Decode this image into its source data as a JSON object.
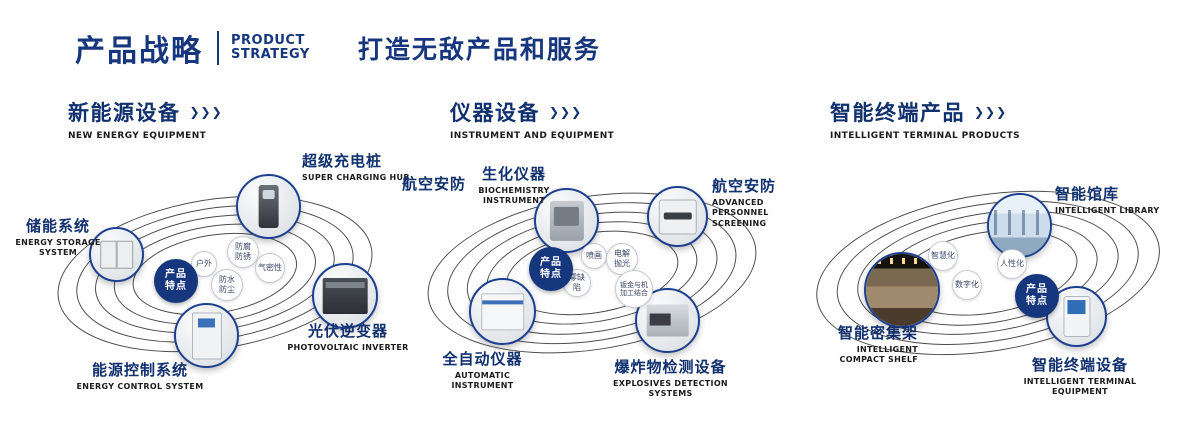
{
  "accent_color": "#16377e",
  "header": {
    "title": "产品战略",
    "title_en_line1": "PRODUCT",
    "title_en_line2": "STRATEGY",
    "slogan": "打造无敌产品和服务"
  },
  "sections": [
    {
      "title": "新能源设备",
      "title_en": "NEW ENERGY EQUIPMENT",
      "arrows": "❯❯❯",
      "badge": "产品特点",
      "products": [
        {
          "name": "储能系统",
          "name_en": "ENERGY STORAGE SYSTEM"
        },
        {
          "name": "超级充电桩",
          "name_en": "SUPER CHARGING HUB"
        },
        {
          "name": "光伏逆变器",
          "name_en": "PHOTOVOLTAIC INVERTER"
        },
        {
          "name": "能源控制系统",
          "name_en": "ENERGY CONTROL SYSTEM"
        }
      ],
      "features": [
        "户外",
        "防腐防锈",
        "气密性",
        "防水防尘"
      ]
    },
    {
      "title": "仪器设备",
      "title_en": "INSTRUMENT AND EQUIPMENT",
      "arrows": "❯❯❯",
      "badge": "产品特点",
      "extra_label": "航空安防",
      "products": [
        {
          "name": "生化仪器",
          "name_en": "BIOCHEMISTRY INSTRUMENT"
        },
        {
          "name": "航空安防",
          "name_en": "ADVANCED PERSONNEL SCREENING"
        },
        {
          "name": "全自动仪器",
          "name_en": "AUTOMATIC INSTRUMENT"
        },
        {
          "name": "爆炸物检测设备",
          "name_en": "EXPLOSIVES DETECTION SYSTEMS"
        }
      ],
      "features": [
        "喷画",
        "电解抛光",
        "零缺陷",
        "钣金与机加工结合"
      ]
    },
    {
      "title": "智能终端产品",
      "title_en": "INTELLIGENT TERMINAL PRODUCTS",
      "arrows": "❯❯❯",
      "badge": "产品特点",
      "products": [
        {
          "name": "智能馆库",
          "name_en": "INTELLIGENT LIBRARY"
        },
        {
          "name": "智能密集架",
          "name_en": "INTELLIGENT COMPACT SHELF"
        },
        {
          "name": "智能终端设备",
          "name_en": "INTELLIGENT TERMINAL EQUIPMENT"
        }
      ],
      "features": [
        "智慧化",
        "人性化",
        "数字化"
      ]
    }
  ]
}
